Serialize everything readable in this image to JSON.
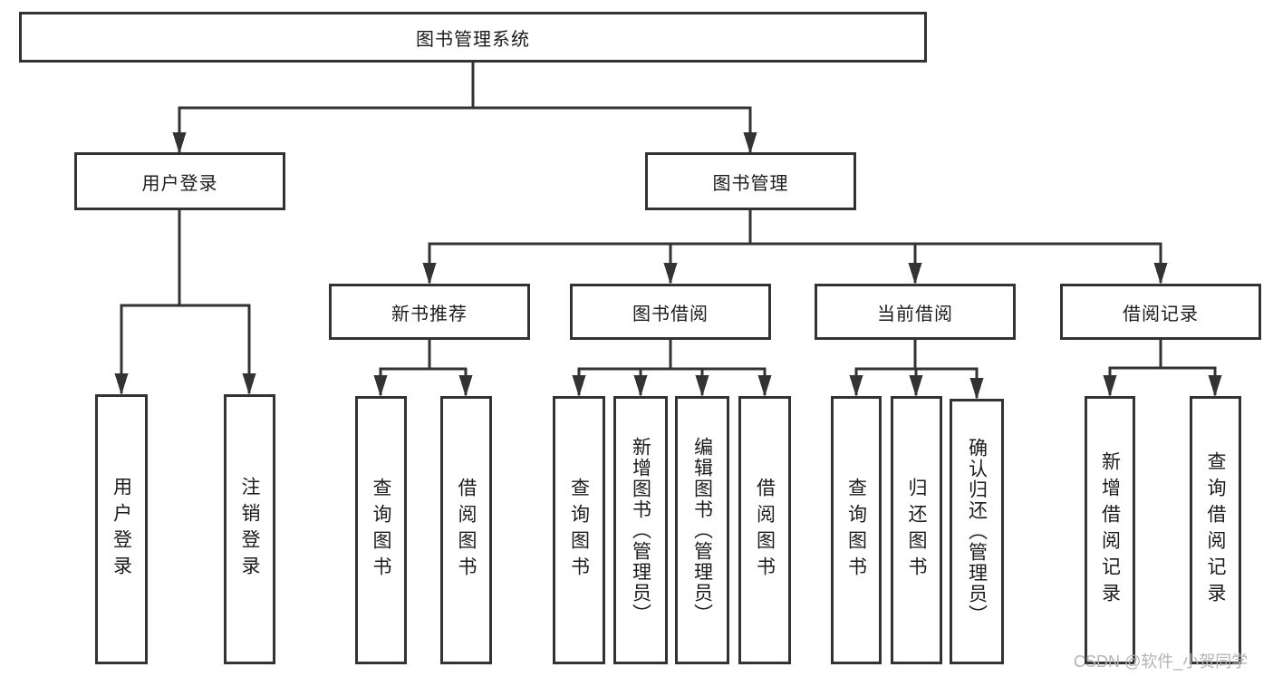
{
  "diagram": {
    "title": "图书管理系统",
    "watermark": "CSDN @软件_小贺同学",
    "colors": {
      "line": "#333333",
      "text": "#1c1c1c",
      "background": "#ffffff",
      "watermark": "#b3b3b3"
    },
    "branches": [
      {
        "label": "用户登录",
        "children": [
          "用户登录",
          "注销登录"
        ]
      },
      {
        "label": "图书管理",
        "sections": [
          {
            "label": "新书推荐",
            "children": [
              "查询图书",
              "借阅图书"
            ]
          },
          {
            "label": "图书借阅",
            "children": [
              "查询图书",
              "新增图书（管理员）",
              "编辑图书（管理员）",
              "借阅图书"
            ]
          },
          {
            "label": "当前借阅",
            "children": [
              "查询图书",
              "归还图书",
              "确认归还（管理员）"
            ]
          },
          {
            "label": "借阅记录",
            "children": [
              "新增借阅记录",
              "查询借阅记录"
            ]
          }
        ]
      }
    ]
  }
}
